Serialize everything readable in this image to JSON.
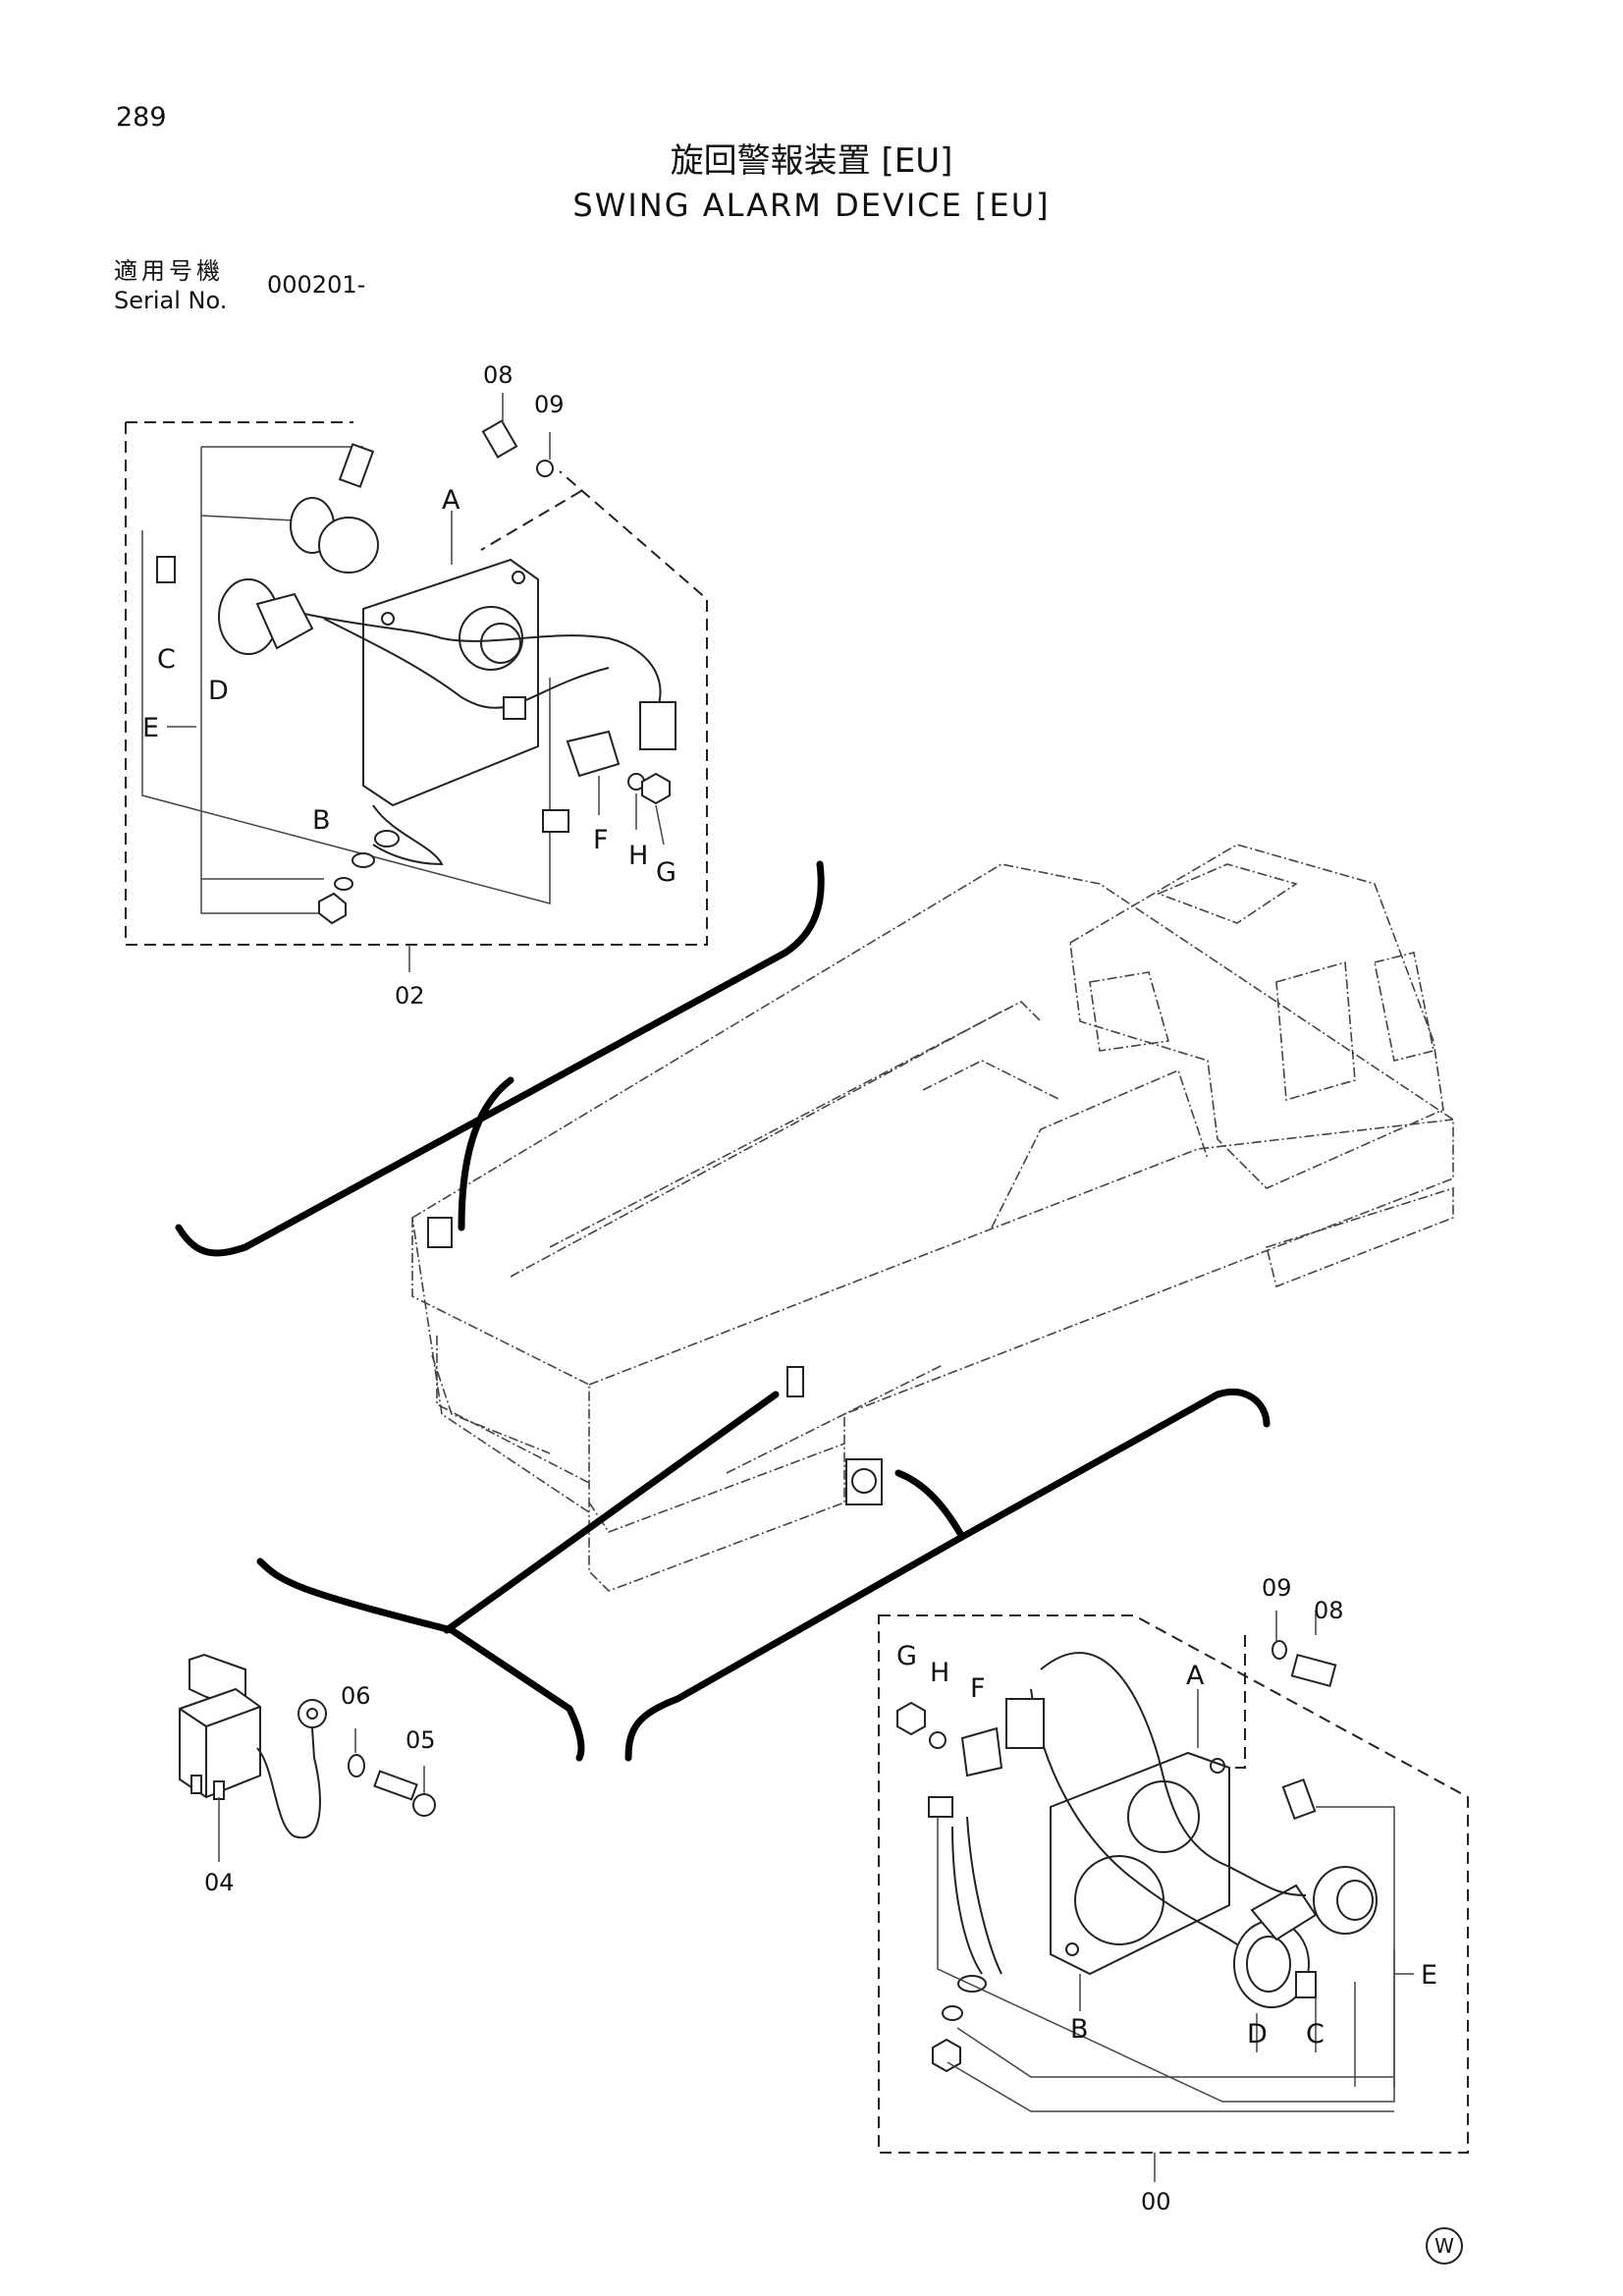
{
  "header": {
    "page_number": "289",
    "title_jp": "旋回警報装置 [EU]",
    "title_en": "SWING ALARM DEVICE [EU]",
    "serial_label_jp": "適用号機",
    "serial_label_en": "Serial No.",
    "serial_value": "000201-"
  },
  "callouts": {
    "upper_assembly": {
      "assembly_no": "02",
      "bolt_no": "08",
      "washer_no": "09",
      "letters": {
        "A": "A",
        "B": "B",
        "C": "C",
        "D": "D",
        "E": "E",
        "F": "F",
        "G": "G",
        "H": "H"
      }
    },
    "lower_assembly": {
      "assembly_no": "00",
      "bolt_no": "08",
      "washer_no": "09",
      "letters": {
        "A": "A",
        "B": "B",
        "C": "C",
        "D": "D",
        "E": "E",
        "F": "F",
        "G": "G",
        "H": "H"
      }
    },
    "relay_group": {
      "relay_no": "04",
      "screw_no": "05",
      "washer_no": "06"
    }
  },
  "footer": {
    "mark": "W"
  }
}
